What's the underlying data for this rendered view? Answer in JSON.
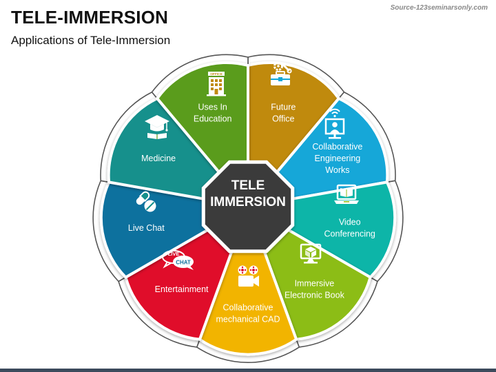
{
  "header": {
    "title": "TELE-IMMERSION",
    "subtitle": "Applications of Tele-Immersion",
    "source": "Source-123seminarsonly.com"
  },
  "center": {
    "lines": [
      "TELE",
      "IMMERSION"
    ],
    "color": "#3a3a3a"
  },
  "petals": [
    {
      "lines": [
        "Future",
        "Office"
      ],
      "color": "#c08a10",
      "icon": "office-building-icon"
    },
    {
      "lines": [
        "Collaborative",
        "Engineering",
        "Works"
      ],
      "color": "#12a7d8",
      "icon": "engineering-toolbox-icon"
    },
    {
      "lines": [
        "Video",
        "Conferencing"
      ],
      "color": "#08b5a8",
      "icon": "video-conference-icon"
    },
    {
      "lines": [
        "Immersive",
        "Electronic Book"
      ],
      "color": "#8cbd12",
      "icon": "laptop-ebook-icon"
    },
    {
      "lines": [
        "Collaborative",
        "mechanical CAD"
      ],
      "color": "#f2b400",
      "icon": "cad-cube-icon"
    },
    {
      "lines": [
        "Entertainment"
      ],
      "color": "#e0102c",
      "icon": "movie-camera-icon"
    },
    {
      "lines": [
        "Live Chat"
      ],
      "color": "#11719e",
      "icon": "live-chat-icon"
    },
    {
      "lines": [
        "Medicine"
      ],
      "color": "#14908c",
      "icon": "pills-icon"
    },
    {
      "lines": [
        "Uses In",
        "Education"
      ],
      "color": "#5a9c1e",
      "icon": "graduation-cap-icon"
    }
  ],
  "icon_texts": {
    "office_sign": "OFFICE",
    "chat_live": "LIVE",
    "chat_chat": "CHAT"
  }
}
